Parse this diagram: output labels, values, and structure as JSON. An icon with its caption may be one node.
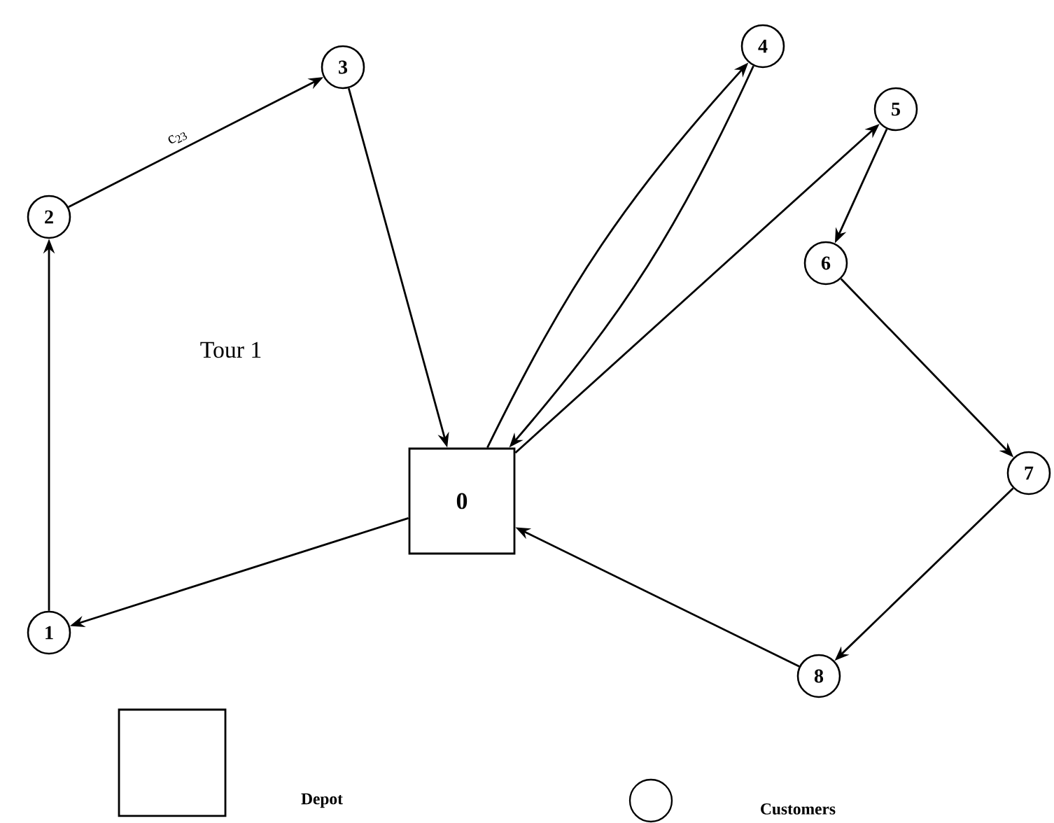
{
  "diagram": {
    "nodes": [
      {
        "text": [
          "0"
        ]
      },
      {
        "text": [
          "1"
        ]
      },
      {
        "text": [
          "2"
        ]
      },
      {
        "text": [
          "3"
        ]
      },
      {
        "text": [
          "4"
        ]
      },
      {
        "text": [
          "5"
        ]
      },
      {
        "text": [
          "6"
        ]
      },
      {
        "text": [
          "7"
        ]
      },
      {
        "text": [
          "8"
        ]
      }
    ],
    "edges": [
      {
        "from": 0,
        "to": 1,
        "arrow": "to"
      },
      {
        "from": 1,
        "to": 2,
        "arrow": "to"
      },
      {
        "from": 2,
        "to": 3,
        "arrow": "to",
        "label": "c$_{23}$"
      },
      {
        "from": 3,
        "to": 0,
        "arrow": "to"
      },
      {
        "from": 0,
        "to": 4,
        "arrow": "to"
      },
      {
        "from": 4,
        "to": 0,
        "arrow": "to"
      },
      {
        "from": 0,
        "to": 5,
        "arrow": "to"
      },
      {
        "from": 5,
        "to": 6,
        "arrow": "to"
      },
      {
        "from": 6,
        "to": 7,
        "arrow": "to"
      },
      {
        "from": 7,
        "to": 8,
        "arrow": "to"
      },
      {
        "from": 8,
        "to": 0,
        "arrow": "to"
      }
    ],
    "labels": [
      "Tour 1"
    ],
    "legend": [
      {
        "text": "Depot"
      },
      {
        "text": "Customers"
      }
    ]
  }
}
